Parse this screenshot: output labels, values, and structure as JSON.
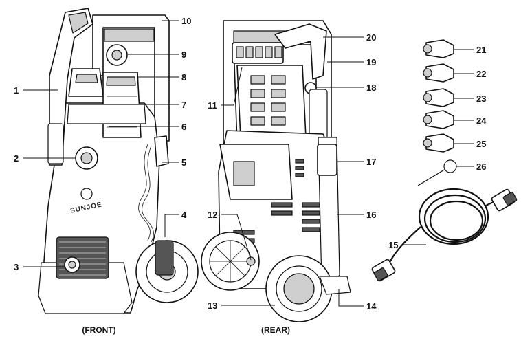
{
  "captions": {
    "front": "(FRONT)",
    "rear": "(REAR)"
  },
  "brand_logo": "SUNJOE",
  "callouts": [
    "1",
    "2",
    "3",
    "4",
    "5",
    "6",
    "7",
    "8",
    "9",
    "10",
    "11",
    "12",
    "13",
    "14",
    "15",
    "16",
    "17",
    "18",
    "19",
    "20",
    "21",
    "22",
    "23",
    "24",
    "25",
    "26"
  ]
}
